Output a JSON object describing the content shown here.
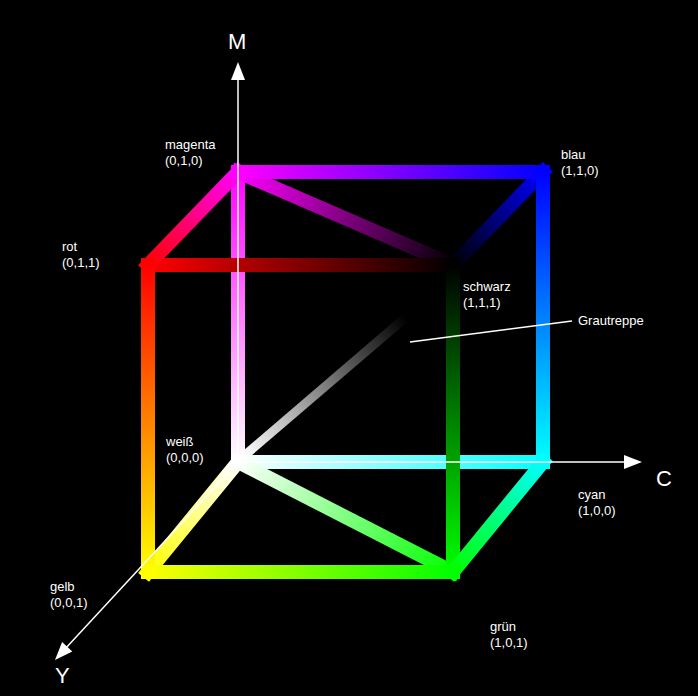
{
  "diagram": {
    "labels": [
      "M",
      "magenta",
      "(0,1,0)",
      "blau",
      "(1,1,0)",
      "rot",
      "(0,1,1)",
      "schwarz",
      "(1,1,1)",
      "Grautreppe",
      "weiß",
      "(0,0,0)",
      "C",
      "cyan",
      "(1,0,0)",
      "gelb",
      "(0,0,1)",
      "grün",
      "(1,0,1)",
      "Y"
    ]
  }
}
